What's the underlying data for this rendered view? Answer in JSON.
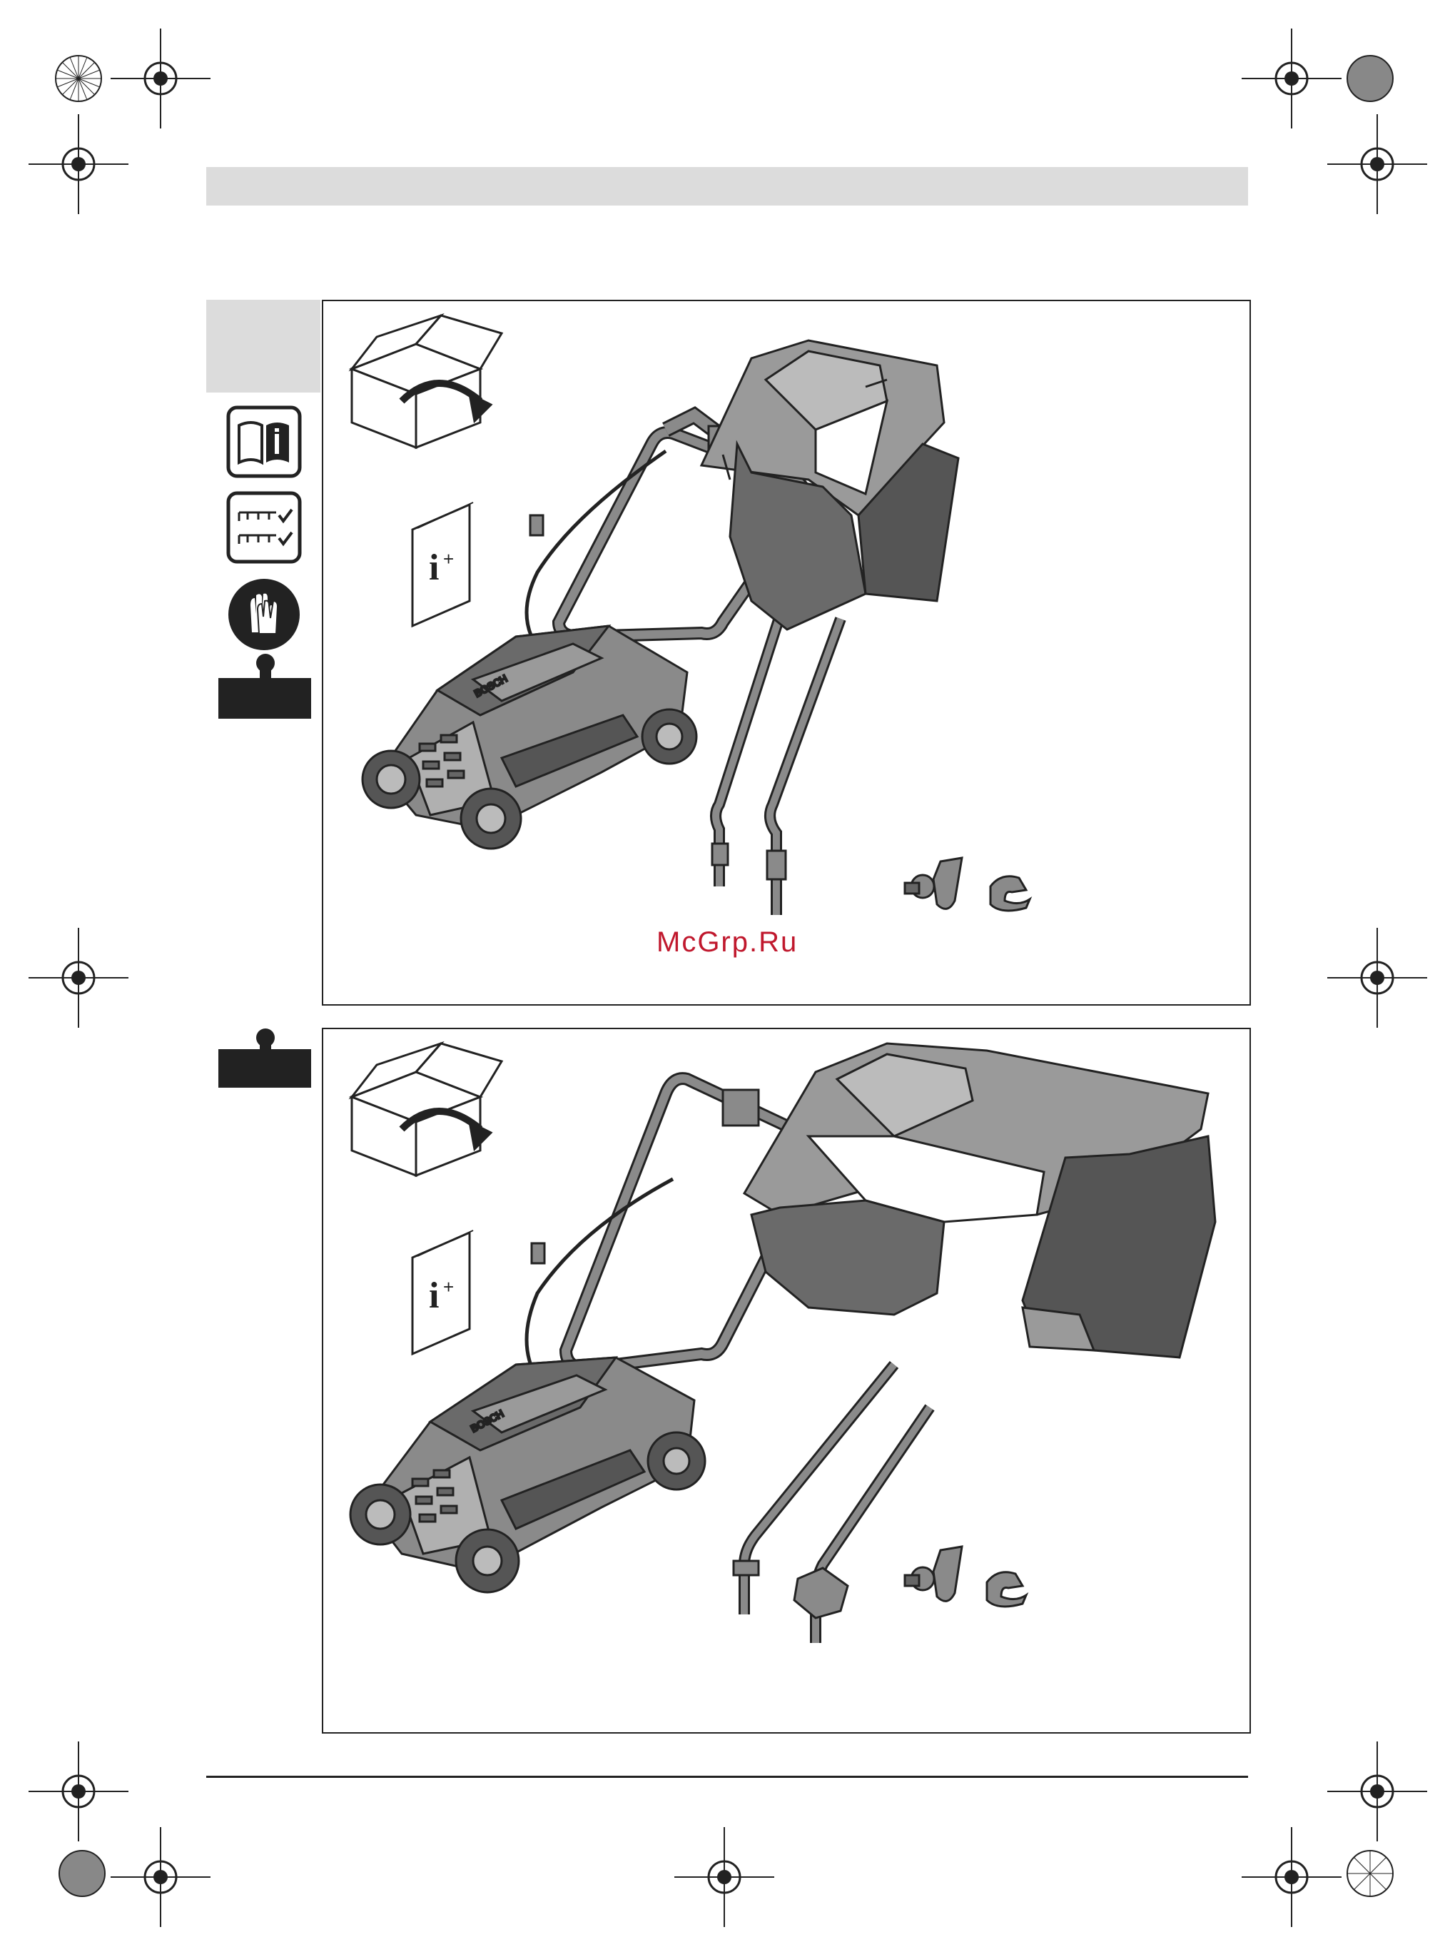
{
  "watermark": "McGrp.Ru",
  "icons": {
    "manual": "read-manual-icon",
    "checklist": "parts-checklist-icon",
    "gloves": "wear-gloves-icon",
    "weight_a": "weight-icon",
    "weight_b": "weight-icon"
  },
  "illustrations": {
    "box": "open-box-icon",
    "info_booklet": "info-booklet-icon",
    "mower": "lawn-mower-illustration",
    "handle": "handle-bar-illustration",
    "tubes": "lower-handle-tubes-illustration",
    "grassbox": "grass-box-illustration",
    "clamps": "cable-clamp-illustration",
    "clip": "clip-illustration"
  },
  "colors": {
    "watermark": "#c0182d",
    "band": "#dcdcdc",
    "line": "#222222"
  },
  "booklet_label": "i+"
}
